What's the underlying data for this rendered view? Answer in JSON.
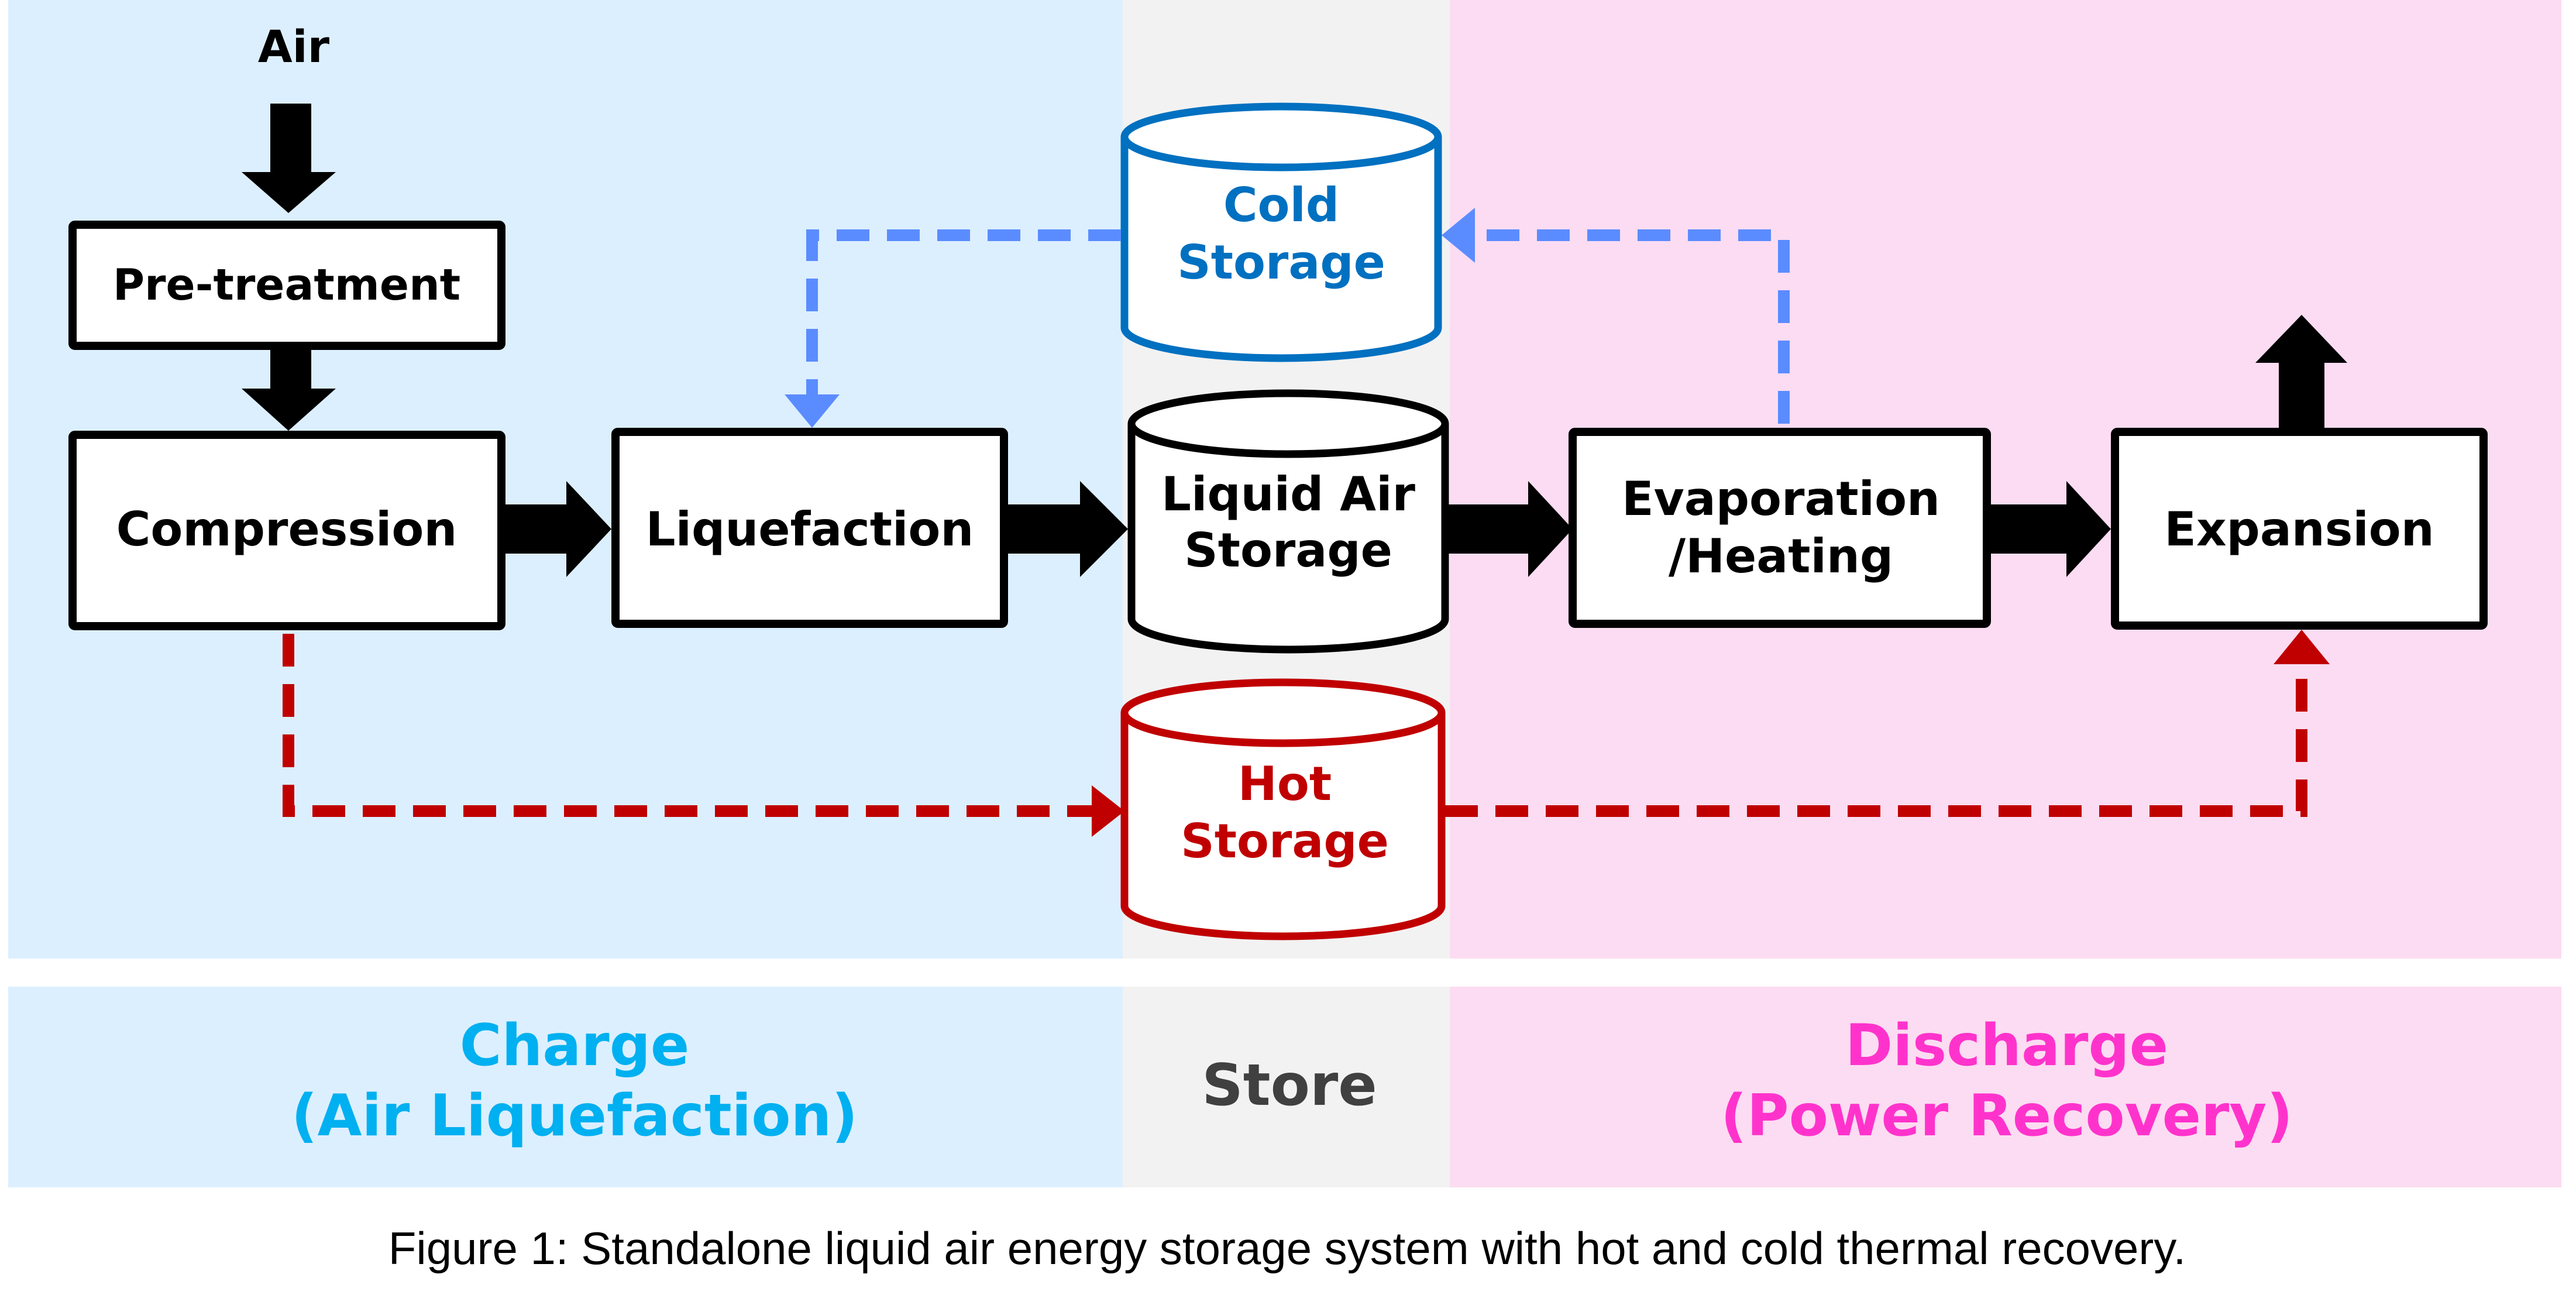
{
  "colors": {
    "charge_bg": "#dcefff",
    "store_bg": "#f2f2f2",
    "discharge_bg": "#fcdcf2",
    "charge_text": "#00b0f0",
    "store_text": "#404040",
    "discharge_text": "#ff33cc",
    "cold": "#0070c0",
    "cold_flow": "#5b8cff",
    "hot": "#c00000",
    "main": "#000000"
  },
  "input_label": "Air",
  "processes": {
    "pretreatment": "Pre-treatment",
    "compression": "Compression",
    "liquefaction": "Liquefaction",
    "evaporation_line1": "Evaporation",
    "evaporation_line2": "/Heating",
    "expansion": "Expansion"
  },
  "storages": {
    "cold_line1": "Cold",
    "cold_line2": "Storage",
    "liquid_line1": "Liquid Air",
    "liquid_line2": "Storage",
    "hot_line1": "Hot",
    "hot_line2": "Storage"
  },
  "phases": {
    "charge_line1": "Charge",
    "charge_line2": "(Air Liquefaction)",
    "store": "Store",
    "discharge_line1": "Discharge",
    "discharge_line2": "(Power Recovery)"
  },
  "caption": "Figure 1: Standalone liquid air energy storage system with hot and cold thermal recovery."
}
